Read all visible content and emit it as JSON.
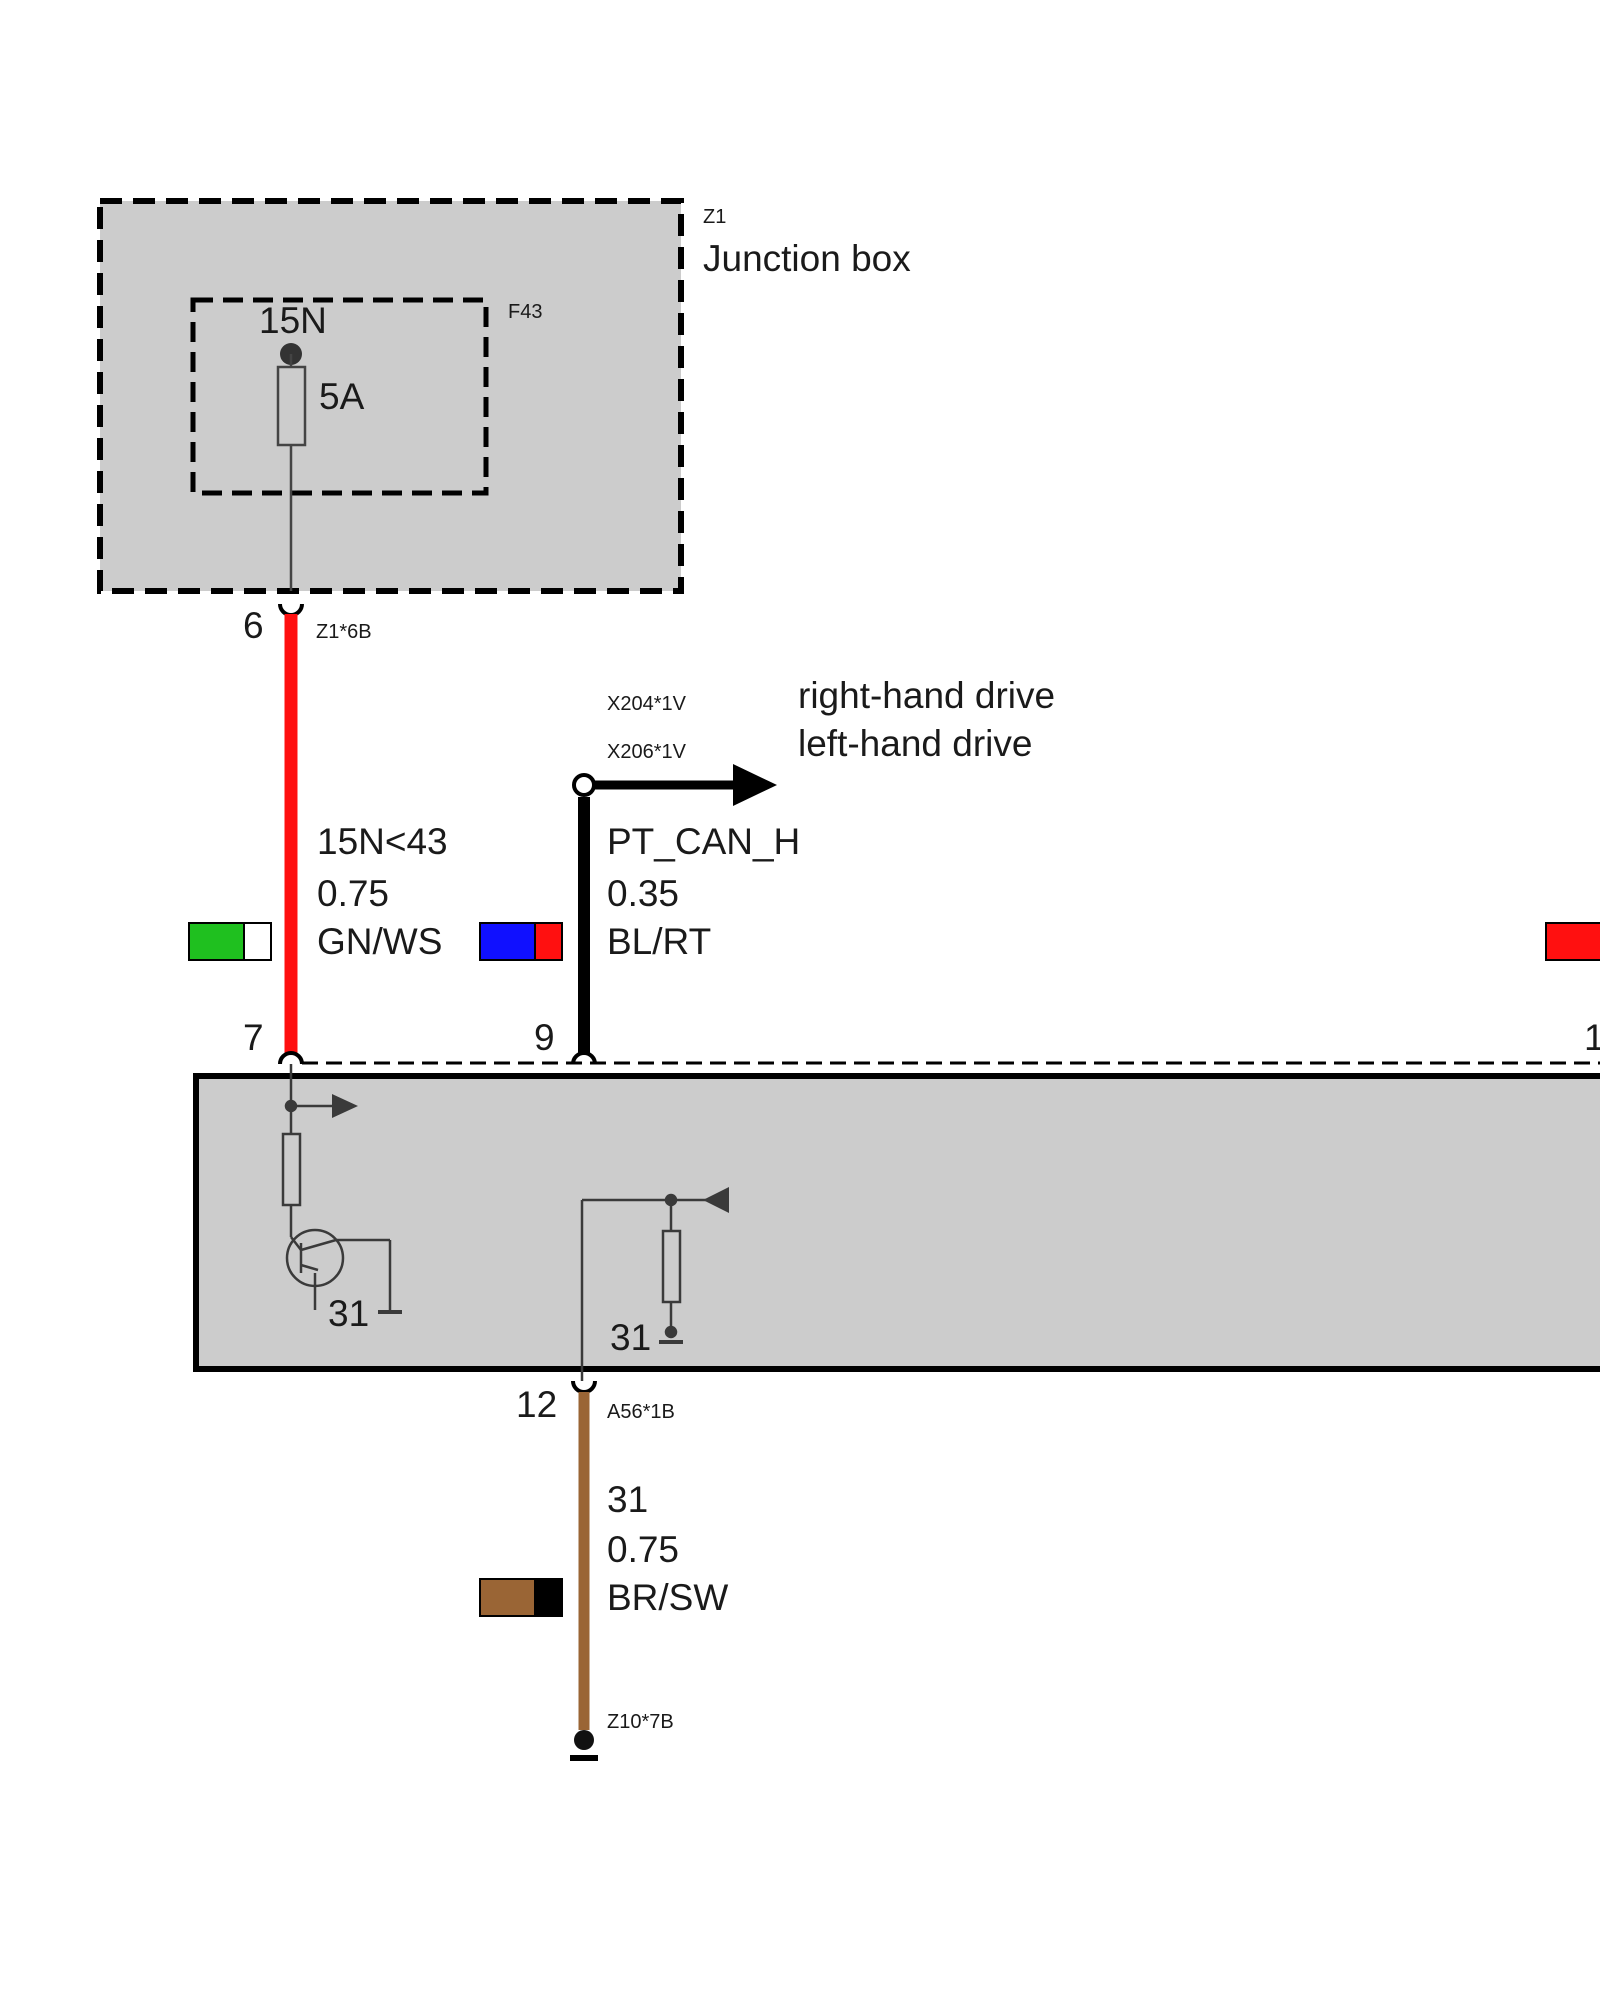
{
  "junction_box": {
    "id": "Z1",
    "name": "Junction box",
    "fuse": {
      "id": "F43",
      "terminal": "15N",
      "rating": "5A"
    },
    "pin": "6",
    "connector": "Z1*6B"
  },
  "can_branch": {
    "connector_rhd": "X204*1V",
    "connector_lhd": "X206*1V",
    "label_rhd": "right-hand drive",
    "label_lhd": "left-hand drive"
  },
  "wires": [
    {
      "signal": "15N<43",
      "cross_section": "0.75",
      "color_code": "GN/WS",
      "swatch": [
        "#1fc01f",
        "#ffffff"
      ],
      "wire_color": "#ff1010"
    },
    {
      "signal": "PT_CAN_H",
      "cross_section": "0.35",
      "color_code": "BL/RT",
      "swatch": [
        "#1010ff",
        "#ff1010"
      ],
      "wire_color": "#000000"
    },
    {
      "signal": "31",
      "cross_section": "0.75",
      "color_code": "BR/SW",
      "swatch": [
        "#9a6535",
        "#000000"
      ],
      "wire_color": "#9a6535"
    }
  ],
  "module": {
    "pins": [
      "7",
      "9",
      "1",
      "12"
    ],
    "ground_label_left": "31",
    "ground_label_right": "31",
    "connector": "A56*1B"
  },
  "ground_point": "Z10*7B",
  "right_edge_swatch": "#ff1010",
  "colors": {
    "box_fill": "#cccccc",
    "outline": "#000000",
    "component": "#3a3a3a"
  }
}
